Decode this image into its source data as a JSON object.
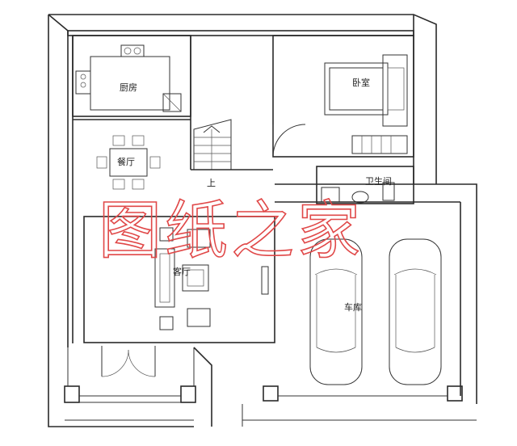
{
  "rooms": {
    "kitchen": "厨房",
    "dining": "餐厅",
    "bedroom": "卧室",
    "bathroom": "卫生间",
    "living": "客厅",
    "garage": "车库"
  },
  "stair_label": "上",
  "watermark": "图纸之家",
  "colors": {
    "line": "#2a2a2a",
    "watermark": "#e04848",
    "background": "#ffffff"
  }
}
